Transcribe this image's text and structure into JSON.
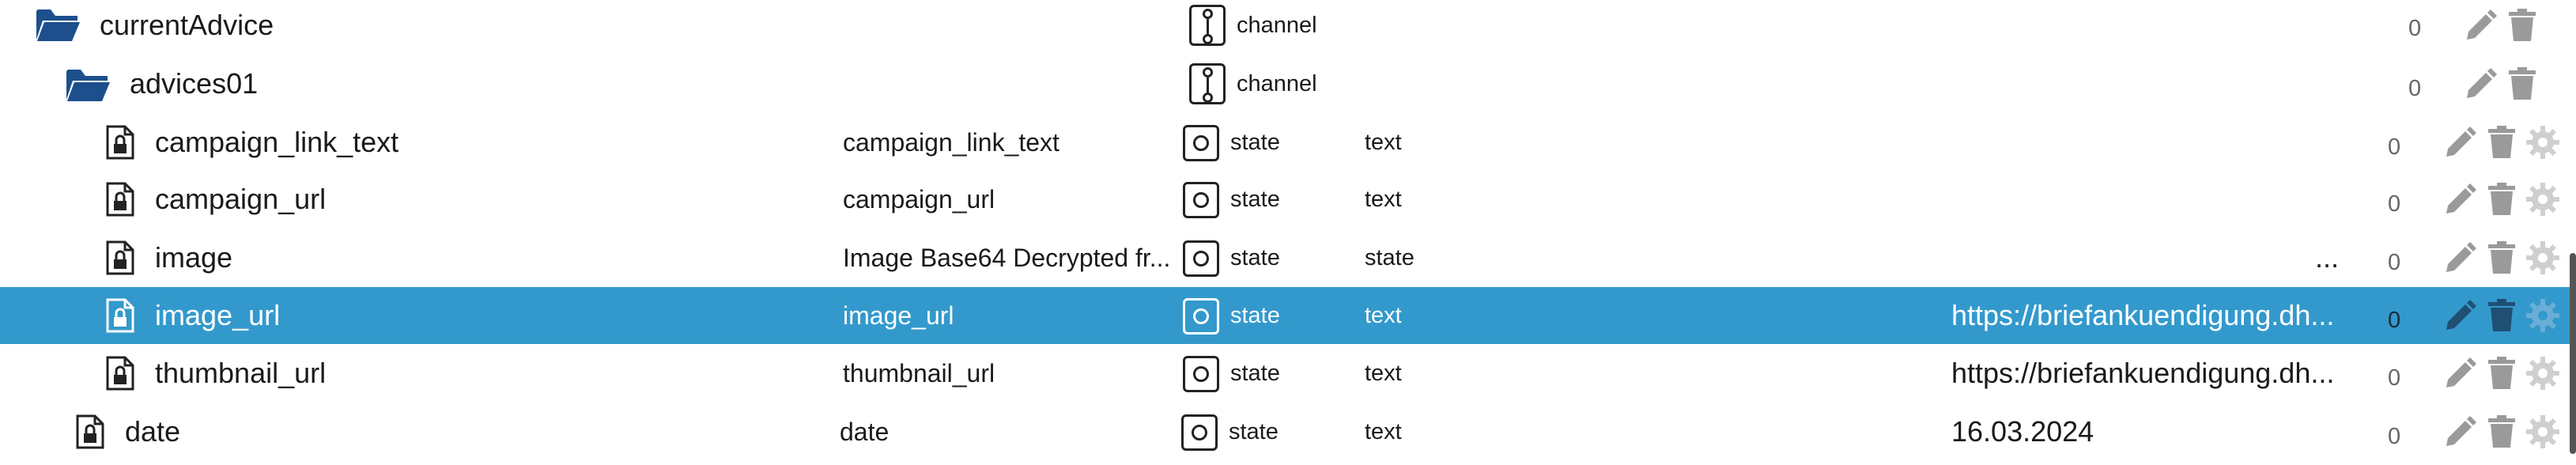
{
  "rows": [
    {
      "name": "currentAdvice",
      "description": "",
      "type": "channel",
      "role": "",
      "value": "",
      "ack": "0"
    },
    {
      "name": "advices01",
      "description": "",
      "type": "channel",
      "role": "",
      "value": "",
      "ack": "0"
    },
    {
      "name": "campaign_link_text",
      "description": "campaign_link_text",
      "type": "state",
      "role": "text",
      "value": "",
      "ack": "0"
    },
    {
      "name": "campaign_url",
      "description": "campaign_url",
      "type": "state",
      "role": "text",
      "value": "",
      "ack": "0"
    },
    {
      "name": "image",
      "description": "Image Base64 Decrypted fr...",
      "type": "state",
      "role": "state",
      "value": "...",
      "ack": "0"
    },
    {
      "name": "image_url",
      "description": "image_url",
      "type": "state",
      "role": "text",
      "value": "https://briefankuendigung.dh...",
      "ack": "0",
      "selected": true
    },
    {
      "name": "thumbnail_url",
      "description": "thumbnail_url",
      "type": "state",
      "role": "text",
      "value": "https://briefankuendigung.dh...",
      "ack": "0"
    },
    {
      "name": "date",
      "description": "date",
      "type": "state",
      "role": "text",
      "value": "16.03.2024",
      "ack": "0"
    }
  ],
  "icons": {
    "folder": "folder-open-icon",
    "file": "file-lock-icon",
    "channel": "channel-type-icon",
    "state": "state-type-icon",
    "edit": "pencil-icon",
    "delete": "trash-icon",
    "settings": "gear-icon"
  },
  "colors": {
    "selected_row": "#3399cc",
    "folder": "#1c4f8c",
    "action_icon": "#9a9a9a",
    "settings_icon": "#cfcfcf"
  }
}
